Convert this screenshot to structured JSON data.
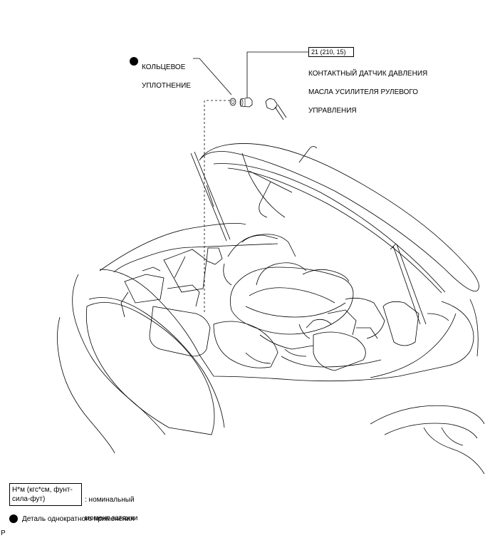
{
  "callouts": {
    "oring": {
      "line1": "КОЛЬЦЕВОЕ",
      "line2": "УПЛОТНЕНИЕ"
    },
    "torque_value": "21 (210, 15)",
    "sensor": {
      "line1": "КОНТАКТНЫЙ ДАТЧИК ДАВЛЕНИЯ",
      "line2": "МАСЛА УСИЛИТЕЛЯ РУЛЕВОГО",
      "line3": "УПРАВЛЕНИЯ"
    }
  },
  "legend": {
    "units_box": {
      "line1": "Н*м (кгс*см, фунт-",
      "line2": "сила-фут)"
    },
    "units_desc": {
      "line1": ": номинальный",
      "line2": "момент затяжки"
    },
    "non_reusable": "Деталь однократного применения"
  },
  "corner_mark": "P",
  "colors": {
    "ink": "#000000",
    "background": "#ffffff"
  }
}
